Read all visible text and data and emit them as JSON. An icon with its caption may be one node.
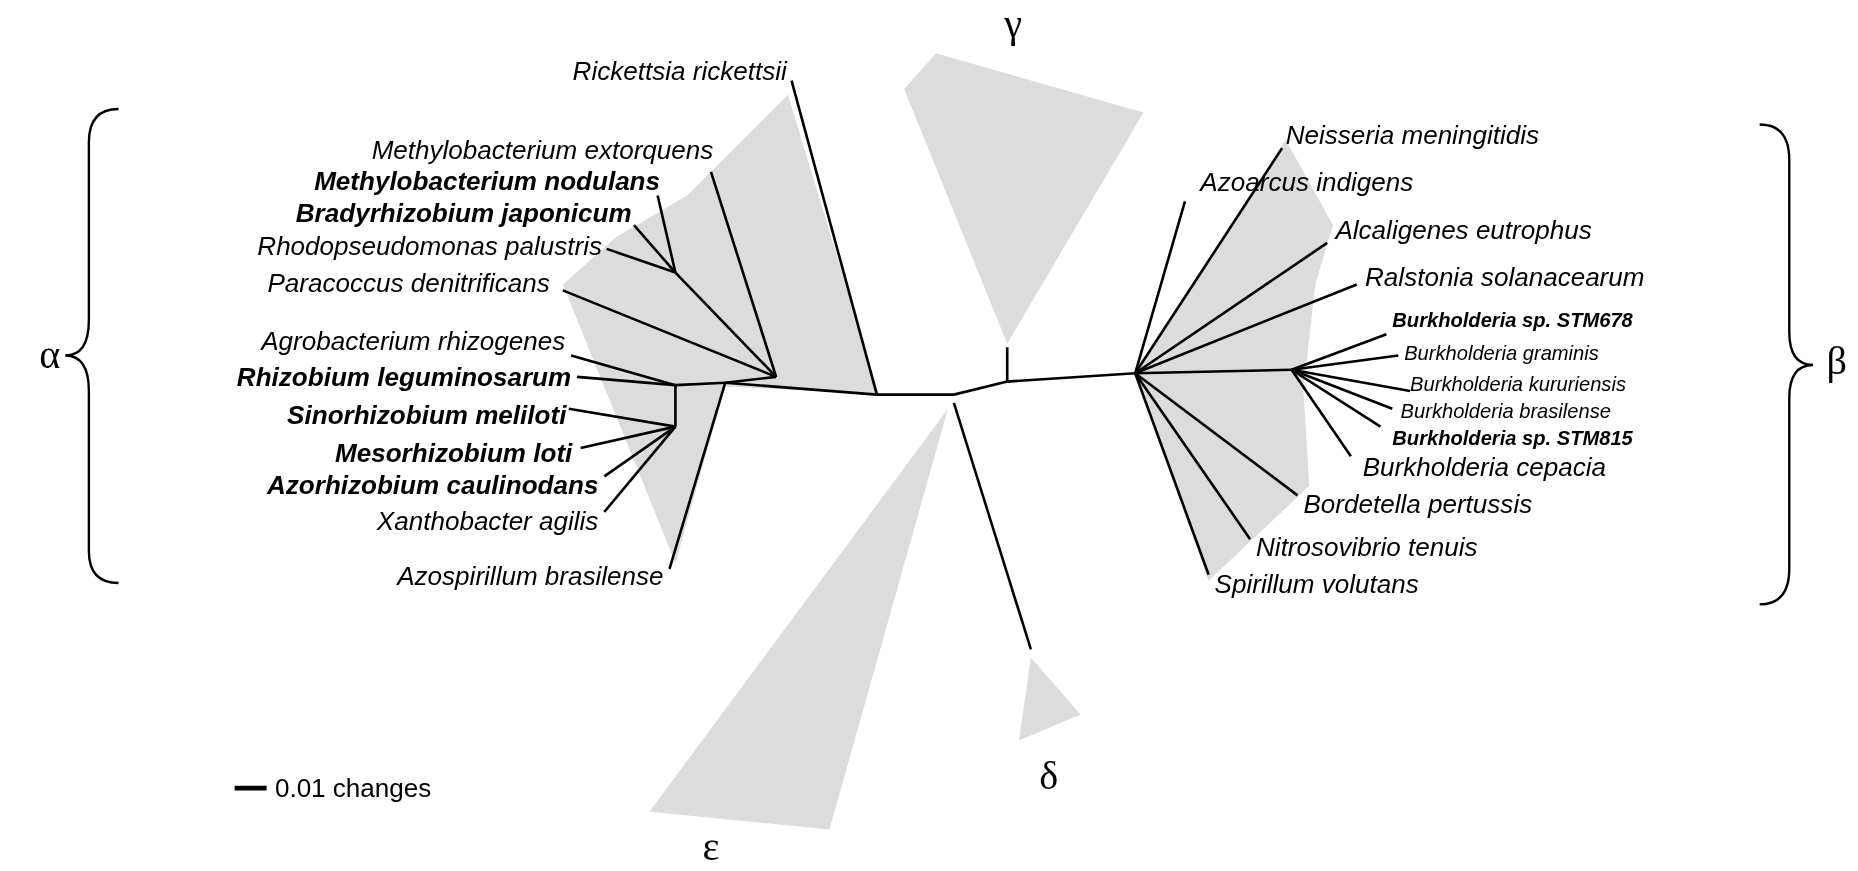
{
  "diagram": {
    "labels": [
      "γ",
      "Rickettsia rickettsii",
      "Methylobacterium extorquens",
      "Methylobacterium nodulans",
      "Bradyrhizobium japonicum",
      "Rhodopseudomonas palustris",
      "Paracoccus denitrificans",
      "Agrobacterium rhizogenes",
      "Rhizobium leguminosarum",
      "Sinorhizobium meliloti",
      "Mesorhizobium loti",
      "Azorhizobium caulinodans",
      "Xanthobacter agilis",
      "Azospirillum brasilense",
      "α",
      "Neisseria meningitidis",
      "Azoarcus indigens",
      "Alcaligenes eutrophus",
      "Ralstonia solanacearum",
      "Burkholderia sp. STM678",
      "Burkholderia graminis",
      "Burkholderia kururiensis",
      "Burkholderia brasilense",
      "Burkholderia sp. STM815",
      "Burkholderia cepacia",
      "Bordetella pertussis",
      "Nitrosovibrio tenuis",
      "Spirillum volutans",
      "β",
      "δ",
      "0.01 changes",
      "ε"
    ]
  }
}
